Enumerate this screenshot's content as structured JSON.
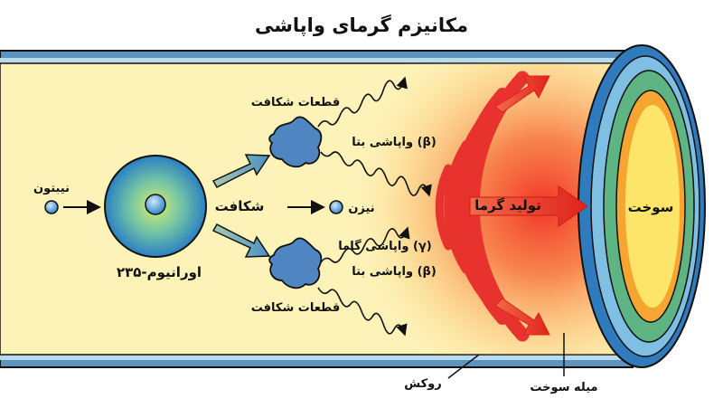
{
  "title": "مکانیزم گرمای واپاشی",
  "labels": {
    "neutron": "نیبتون",
    "uranium": "اورانیوم-۲۳۵",
    "fission": "شکافت",
    "released_neutron": "نیزن",
    "fragments_top": "قطعات شکافت",
    "fragments_bottom": "قطعات شکافت",
    "beta_top": "واپاشی بتا (β)",
    "gamma": "واپاشی گاما (γ)",
    "beta_bottom": "واپاشی بتا (β)",
    "heat": "تولید گرما",
    "fuel": "سوخت",
    "cladding": "روکش",
    "fuel_rod": "میله سوخت"
  },
  "colors": {
    "rod_fill": "#fdf3b8",
    "cladding_blue": "#6ea9cf",
    "fuel_orange": "#f7a531",
    "heat_red": "#e8322d",
    "nucleus_blue": "#2a86c8",
    "fragment_blue": "#4f86c2"
  }
}
